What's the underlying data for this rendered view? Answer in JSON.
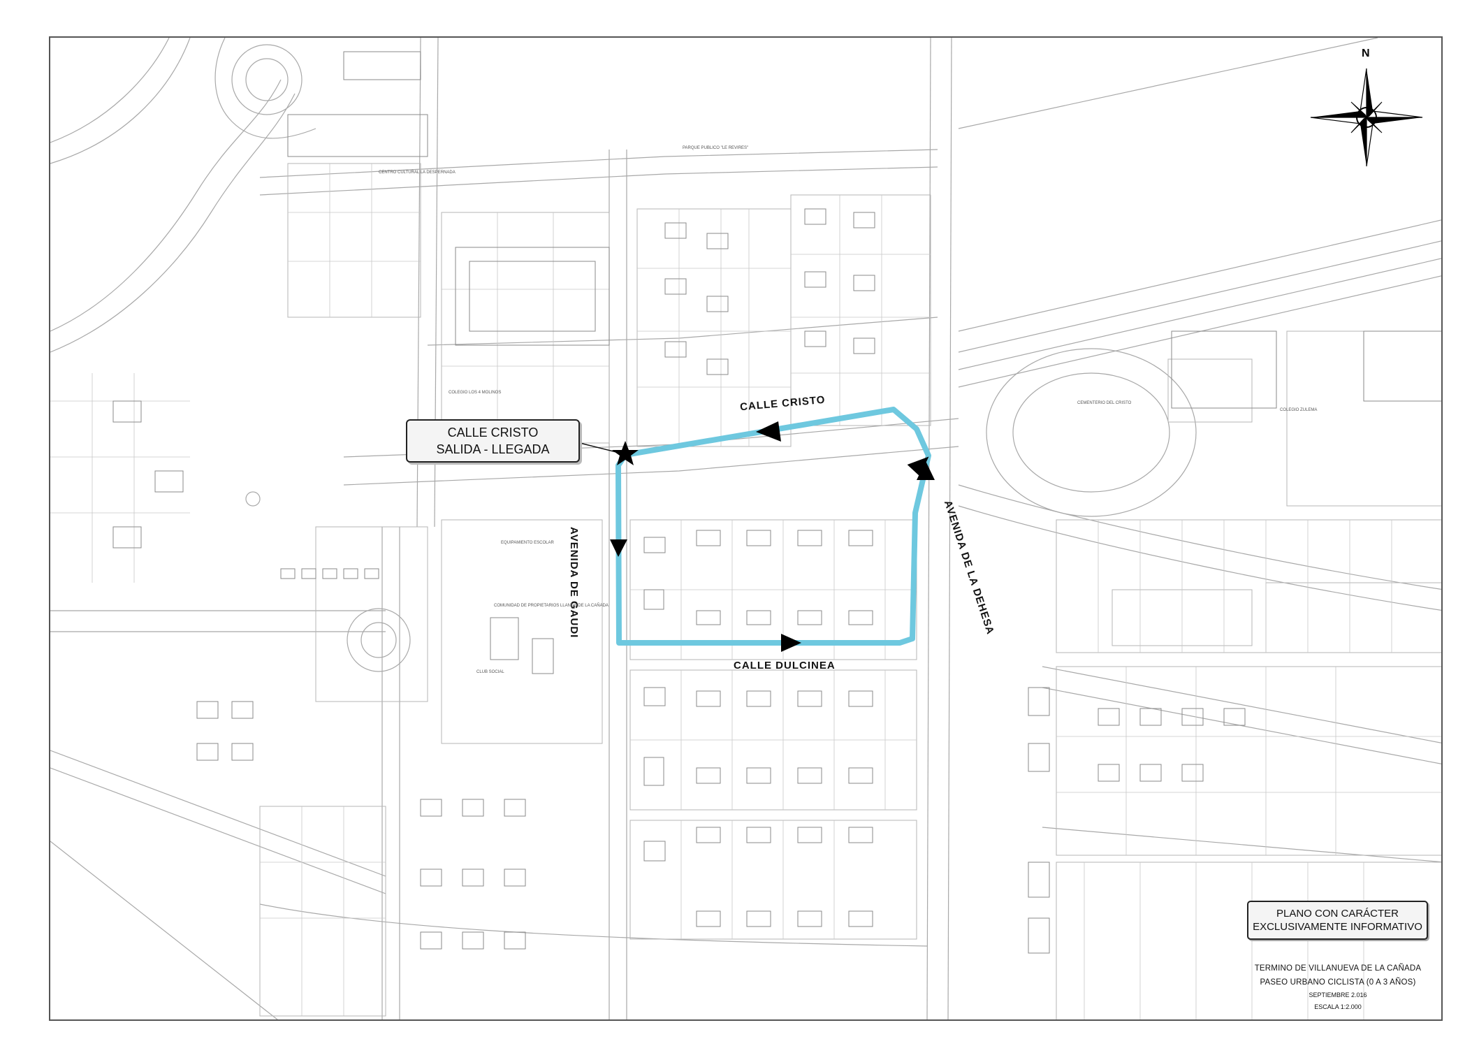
{
  "callout": {
    "line1": "CALLE CRISTO",
    "line2": "SALIDA - LLEGADA"
  },
  "streets": {
    "calle_cristo": "CALLE CRISTO",
    "avenida_gaudi": "AVENIDA DE GAUDI",
    "calle_dulcinea": "CALLE DULCINEA",
    "avenida_dehesa": "AVENIDA DE LA DEHESA"
  },
  "map_labels": {
    "parque": "PARQUE PUBLICO \"LE REVIRES\"",
    "cementerio": "CEMENTERIO DEL CRISTO",
    "colegio_zulema": "COLEGIO ZULEMA",
    "equipamiento": "EQUIPAMIENTO ESCOLAR",
    "comunidad": "COMUNIDAD DE PROPIETARIOS LLANOS DE LA CAÑADA",
    "club_social": "CLUB SOCIAL",
    "centro_cultural": "CENTRO CULTURAL LA DESPERNADA",
    "colegio_cuatro_molinos": "COLEGIO LOS 4 MOLINOS"
  },
  "compass": {
    "north_label": "N"
  },
  "notice": {
    "line1": "PLANO CON CARÁCTER",
    "line2": "EXCLUSIVAMENTE INFORMATIVO"
  },
  "title_block": {
    "municipality": "TERMINO DE VILLANUEVA DE LA CAÑADA",
    "route": "PASEO URBANO CICLISTA (0 A 3 AÑOS)",
    "date": "SEPTIEMBRE 2.016",
    "scale": "ESCALA 1:2.000"
  },
  "colors": {
    "route": "#6ec8df",
    "linework": "#9a9a9a",
    "arrow": "#000000"
  },
  "icons": {
    "start_marker": "star-icon",
    "direction": "triangle-arrow-icon",
    "north": "compass-rose-icon"
  }
}
